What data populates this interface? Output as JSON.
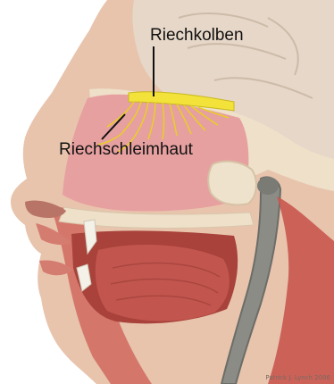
{
  "labels": {
    "olfactory_bulb": "Riechkolben",
    "olfactory_epithelium": "Riechschleimhaut"
  },
  "credit": "Patrick J. Lynch 2006",
  "colors": {
    "skin": "#e8c4ad",
    "muscle": "#c9574f",
    "nasal_cavity": "#e7a0a0",
    "bone": "#eee0c9",
    "brain": "#e6d7c9",
    "nerve": "#f2e23a",
    "tongue": "#c2564e"
  }
}
